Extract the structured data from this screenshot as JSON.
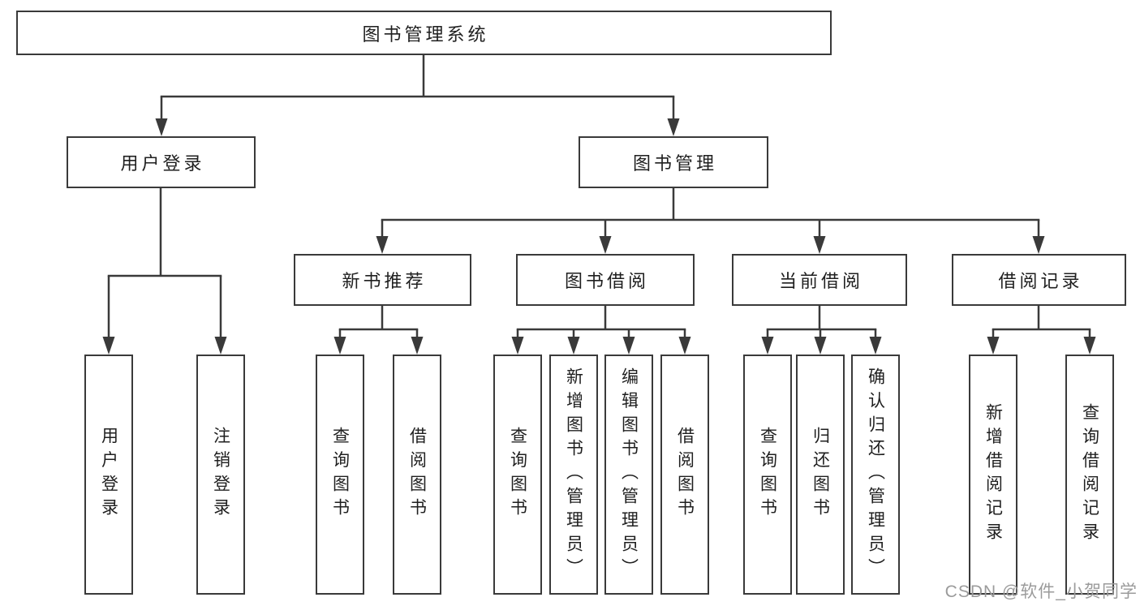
{
  "diagram": {
    "type": "hierarchy-structure-chart",
    "colors": {
      "line": "#3a3a3a",
      "box_border": "#3a3a3a",
      "box_fill": "#ffffff",
      "text": "#1f1f1f",
      "watermark": "#9b9b9b",
      "background": "#ffffff"
    },
    "watermark": "CSDN @软件_小贺同学",
    "nodes": {
      "root": {
        "label": "图书管理系统",
        "level": 1
      },
      "user_login": {
        "label": "用户登录",
        "level": 2,
        "parent": "root"
      },
      "book_mgmt": {
        "label": "图书管理",
        "level": 2,
        "parent": "root"
      },
      "new_book_rec": {
        "label": "新书推荐",
        "level": 3,
        "parent": "book_mgmt"
      },
      "book_borrow": {
        "label": "图书借阅",
        "level": 3,
        "parent": "book_mgmt"
      },
      "current_borrow": {
        "label": "当前借阅",
        "level": 3,
        "parent": "book_mgmt"
      },
      "borrow_record": {
        "label": "借阅记录",
        "level": 3,
        "parent": "book_mgmt"
      },
      "leaf_user_login": {
        "label": "用户登录",
        "level": 4,
        "parent": "user_login"
      },
      "leaf_logout": {
        "label": "注销登录",
        "level": 4,
        "parent": "user_login"
      },
      "rec_query": {
        "label": "查询图书",
        "level": 4,
        "parent": "new_book_rec"
      },
      "rec_borrow": {
        "label": "借阅图书",
        "level": 4,
        "parent": "new_book_rec"
      },
      "bb_query": {
        "label": "查询图书",
        "level": 4,
        "parent": "book_borrow"
      },
      "bb_add": {
        "label": "新增图书（管理员）",
        "level": 4,
        "parent": "book_borrow"
      },
      "bb_edit": {
        "label": "编辑图书（管理员）",
        "level": 4,
        "parent": "book_borrow"
      },
      "bb_borrow": {
        "label": "借阅图书",
        "level": 4,
        "parent": "book_borrow"
      },
      "cb_query": {
        "label": "查询图书",
        "level": 4,
        "parent": "current_borrow"
      },
      "cb_return": {
        "label": "归还图书",
        "level": 4,
        "parent": "current_borrow"
      },
      "cb_confirm": {
        "label": "确认归还（管理员）",
        "level": 4,
        "parent": "current_borrow"
      },
      "br_add": {
        "label": "新增借阅记录",
        "level": 4,
        "parent": "borrow_record"
      },
      "br_query": {
        "label": "查询借阅记录",
        "level": 4,
        "parent": "borrow_record"
      }
    }
  }
}
